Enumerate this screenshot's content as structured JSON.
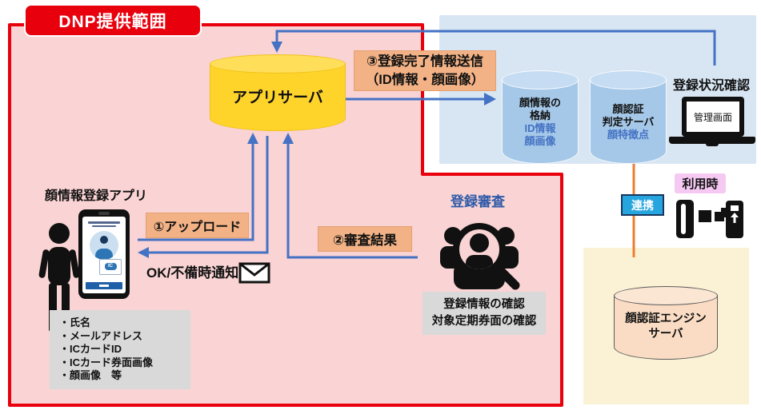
{
  "diagram_title": "DNP提供範囲",
  "colors": {
    "scope_red": "#E8000D",
    "scope_pink_bg": "#FAD3D4",
    "cloud_blue_bg": "#D8E6F3",
    "engine_yellow_bg": "#FBF2D5",
    "arrow_blue": "#4472C4",
    "link_orange": "#ED7D31",
    "flow_label_orange": "#F2B286",
    "note_gray": "#D9D9D9",
    "app_server_gold": "#FFD42A",
    "db_cylinder_blue": "#A5C8E8",
    "engine_cylinder_peach": "#FADCC4",
    "renkei_cyan": "#27A5DF",
    "riyoji_pink": "#F6C9F3"
  },
  "app_server": {
    "label": "アプリサーバ"
  },
  "flow_labels": {
    "upload": "①アップロード",
    "review_result": "②審査結果",
    "complete_line1": "③登録完了情報送信",
    "complete_line2": "（ID情報・顔画像）",
    "ok_notice": "OK/不備時通知"
  },
  "face_db": {
    "title": [
      "顔情報の",
      "格納"
    ],
    "sub": [
      "ID情報",
      "顔画像"
    ]
  },
  "judge_server": {
    "title": [
      "顔認証",
      "判定サーバ"
    ],
    "sub": "顔特徴点"
  },
  "admin": {
    "status_label": "登録状況確認",
    "screen_label": "管理画面"
  },
  "register_app": {
    "label": "顔情報登録アプリ",
    "ic_badge": "IC"
  },
  "user_info": {
    "items": [
      "・氏名",
      "・メールアドレス",
      "・ICカードID",
      "・ICカード券面画像",
      "・顔画像　等"
    ]
  },
  "review": {
    "label": "登録審査",
    "note_line1": "登録情報の確認",
    "note_line2": "対象定期券面の確認"
  },
  "usage": {
    "riyoji": "利用時",
    "renkei": "連携"
  },
  "engine": {
    "label_line1": "顔認証エンジン",
    "label_line2": "サーバ"
  }
}
